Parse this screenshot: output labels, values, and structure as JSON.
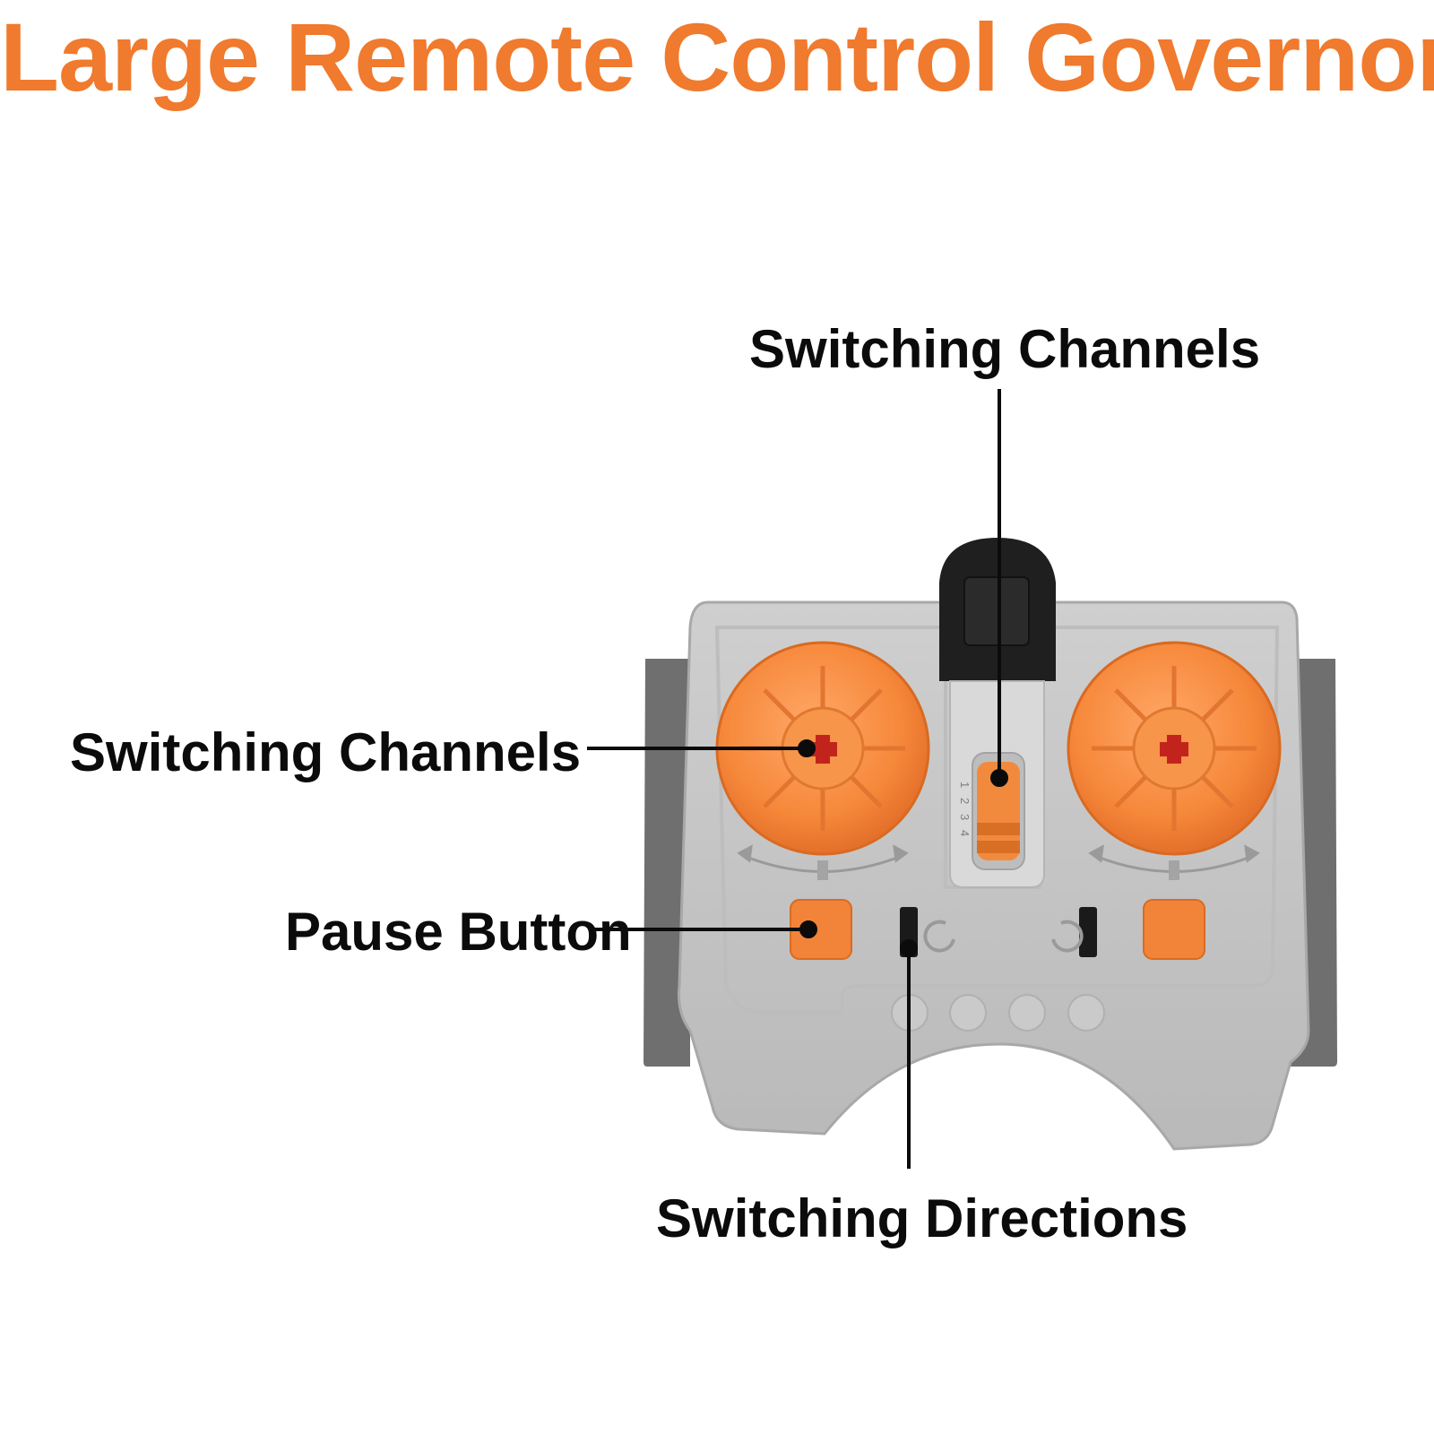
{
  "title": "Large Remote Control Governor",
  "accent_color": "#f07a2d",
  "callouts": {
    "top": "Switching Channels",
    "left": "Switching Channels",
    "pause": "Pause Button",
    "bottom": "Switching Directions"
  },
  "channel_numbers": [
    "1",
    "2",
    "3",
    "4"
  ]
}
